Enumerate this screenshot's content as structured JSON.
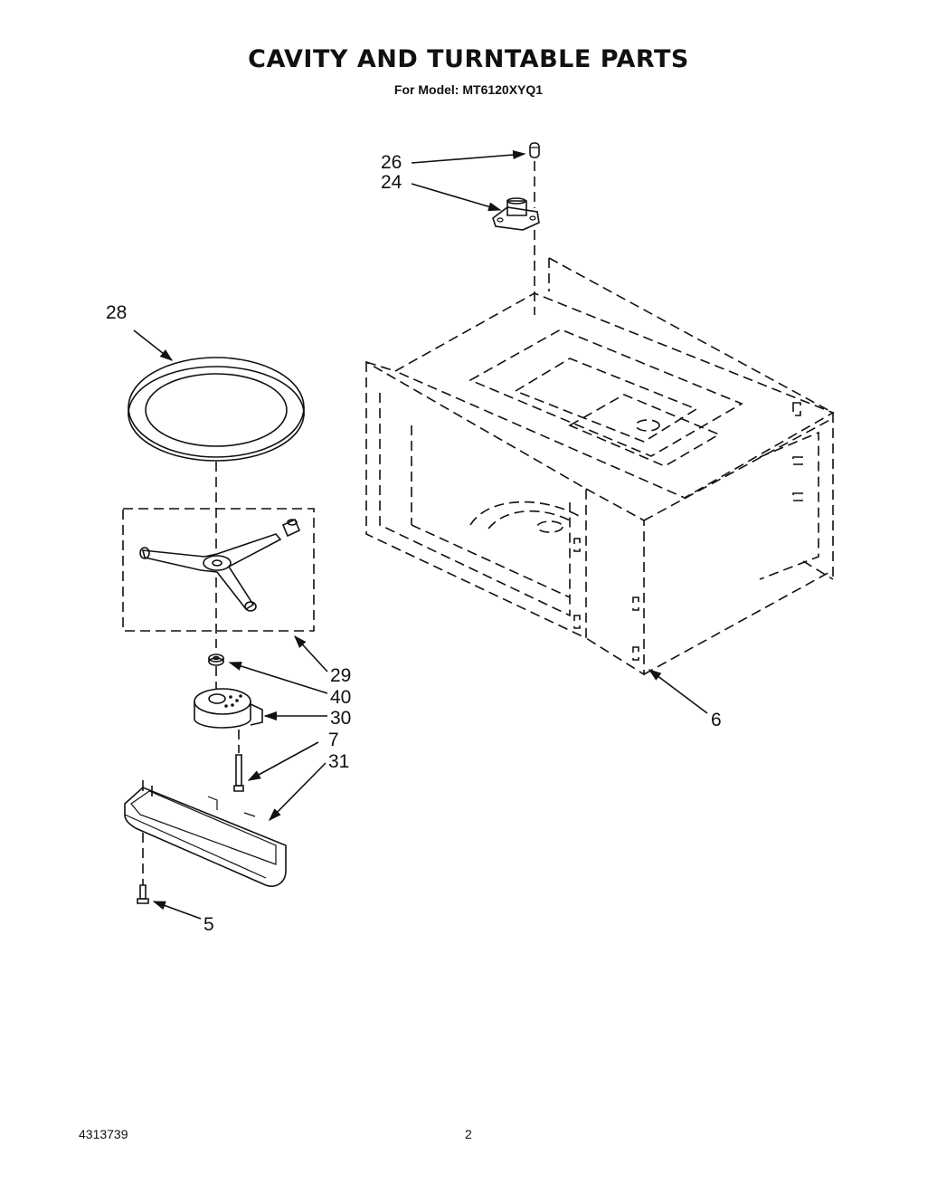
{
  "title": "CAVITY AND TURNTABLE PARTS",
  "subtitle": "For Model: MT6120XYQ1",
  "footer": {
    "doc_number": "4313739",
    "page_number": "2"
  },
  "callouts": [
    {
      "id": "26",
      "label": "26"
    },
    {
      "id": "24",
      "label": "24"
    },
    {
      "id": "28",
      "label": "28"
    },
    {
      "id": "29",
      "label": "29"
    },
    {
      "id": "40",
      "label": "40"
    },
    {
      "id": "30",
      "label": "30"
    },
    {
      "id": "7",
      "label": "7"
    },
    {
      "id": "31",
      "label": "31"
    },
    {
      "id": "6",
      "label": "6"
    },
    {
      "id": "5",
      "label": "5"
    }
  ]
}
